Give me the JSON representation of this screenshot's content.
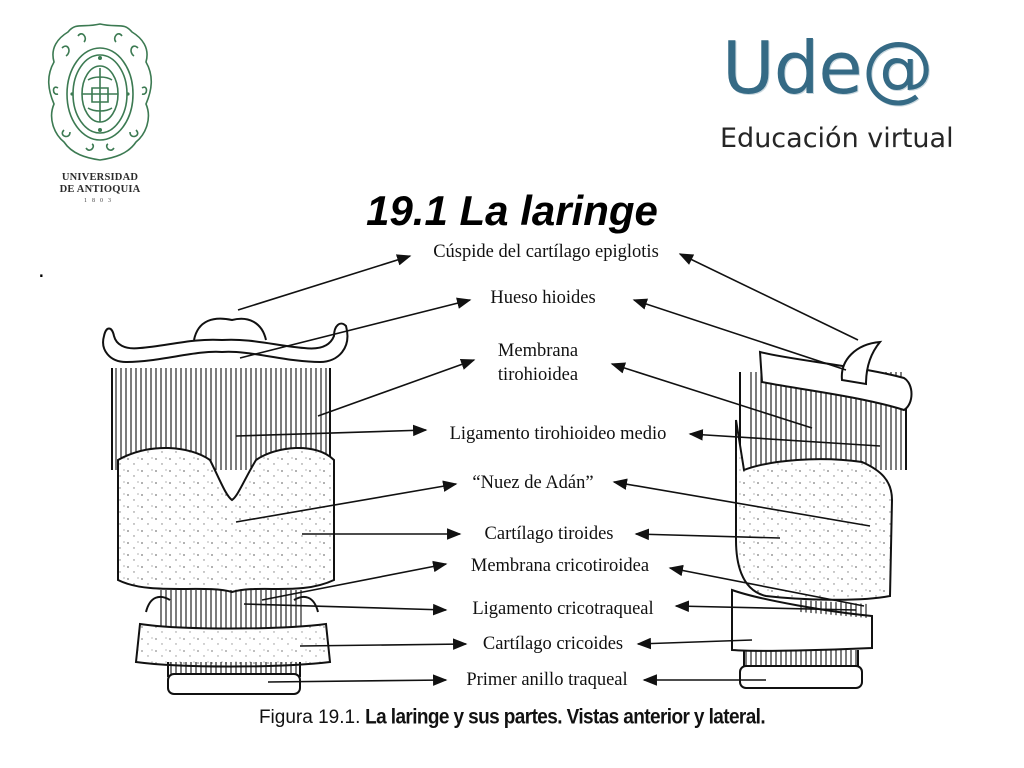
{
  "header": {
    "university_line1": "UNIVERSIDAD",
    "university_line2": "DE ANTIOQUIA",
    "university_year": "1803",
    "brand_main": "Ude@",
    "brand_sub": "Educación virtual"
  },
  "slide": {
    "title": "19.1 La laringe",
    "bullet": "."
  },
  "diagram": {
    "labels": [
      "Cúspide del cartílago epiglotis",
      "Hueso hioides",
      "Membrana",
      "tirohioidea",
      "Ligamento tirohioideo medio",
      "“Nuez de Adán”",
      "Cartílago tiroides",
      "Membrana cricotiroidea",
      "Ligamento cricotraqueal",
      "Cartílago cricoides",
      "Primer anillo traqueal"
    ]
  },
  "caption": {
    "figure_number": "Figura 19.1.",
    "text": "La laringe y sus partes. Vistas anterior y lateral."
  },
  "colors": {
    "brand": "#356a85",
    "seal": "#3c7a52"
  }
}
